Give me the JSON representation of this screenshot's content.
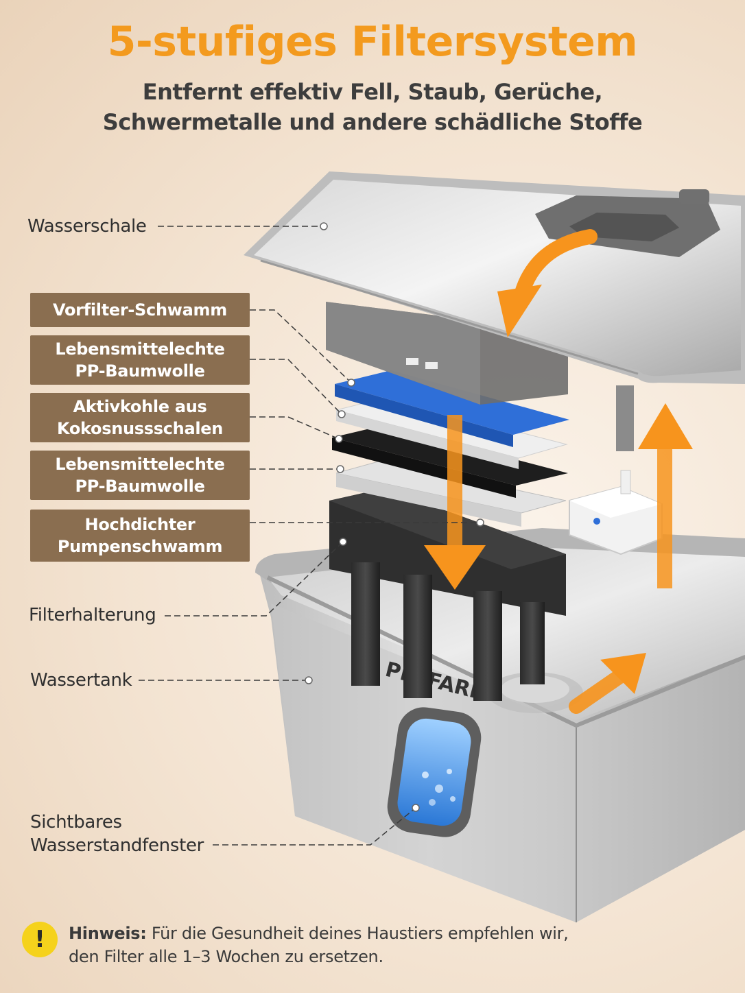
{
  "header": {
    "title": "5-stufiges Filtersystem",
    "subtitle_line1": "Entfernt effektiv Fell, Staub, Gerüche,",
    "subtitle_line2": "Schwermetalle und andere schädliche Stoffe"
  },
  "labels": {
    "water_bowl": "Wasserschale",
    "filter_holder": "Filterhalterung",
    "water_tank": "Wassertank",
    "window_line1": "Sichtbares",
    "window_line2": "Wasserstandfenster"
  },
  "filter_stages": [
    {
      "line1": "Vorfilter-Schwamm",
      "line2": ""
    },
    {
      "line1": "Lebensmittelechte",
      "line2": "PP-Baumwolle"
    },
    {
      "line1": "Aktivkohle aus",
      "line2": "Kokosnussschalen"
    },
    {
      "line1": "Lebensmittelechte",
      "line2": "PP-Baumwolle"
    },
    {
      "line1": "Hochdichter",
      "line2": "Pumpenschwamm"
    }
  ],
  "brand": "PETFARI",
  "hint": {
    "label": "Hinweis:",
    "line1": "Für die Gesundheit deines Haustiers empfehlen wir,",
    "line2": "den Filter alle 1–3 Wochen zu ersetzen.",
    "icon": "exclamation-icon"
  },
  "colors": {
    "title": "#f39a1e",
    "label_box": "#8a6e50",
    "arrow": "#f7941d",
    "sponge": "#2f6fd8",
    "hint_icon": "#f5d21c"
  }
}
